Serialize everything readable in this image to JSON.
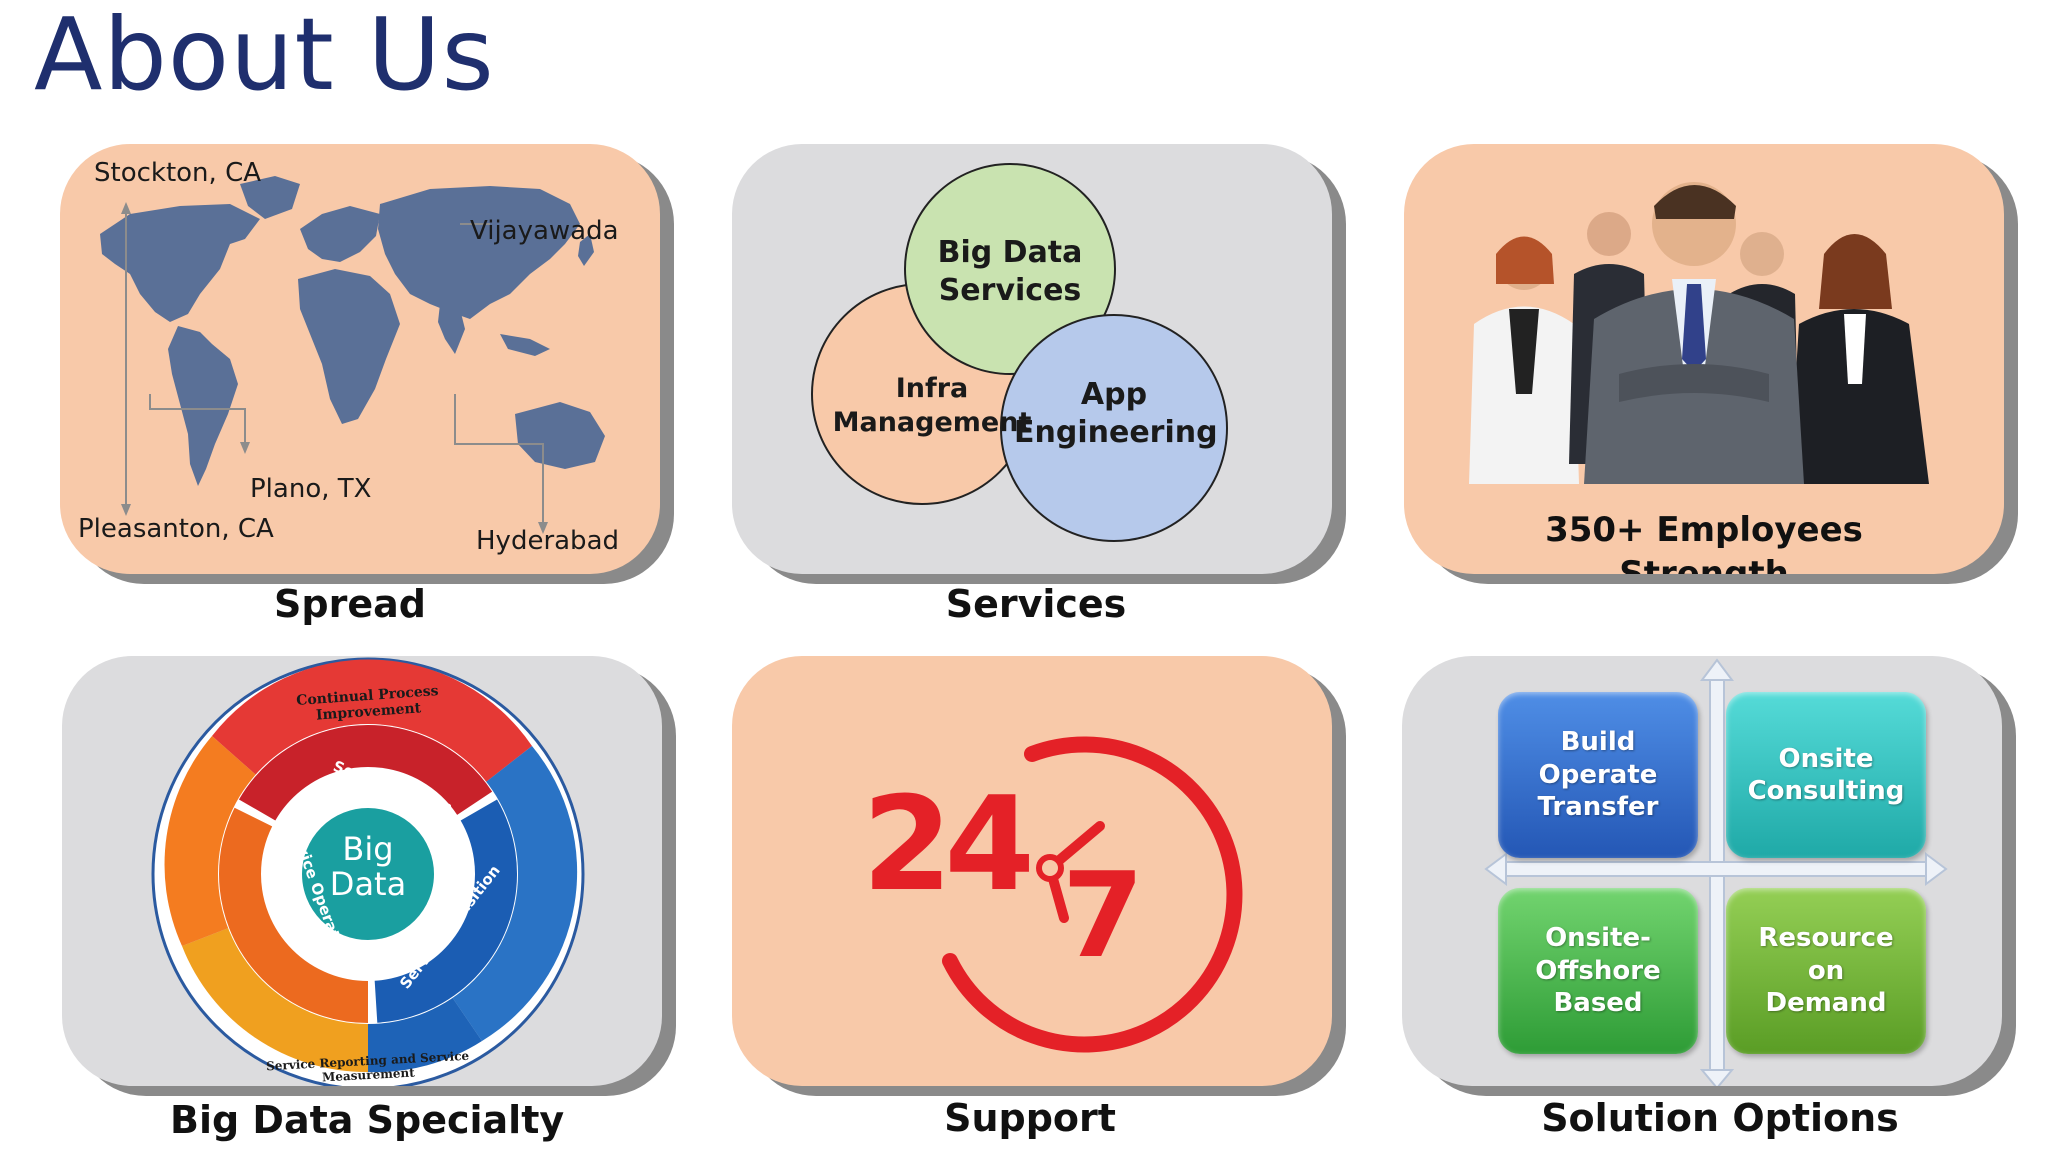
{
  "page": {
    "title": "About Us"
  },
  "colors": {
    "title": "#1f2f6e",
    "peach": "#f8c9a9",
    "grey": "#dcdcde",
    "accent_red": "#e42127"
  },
  "spread": {
    "caption": "Spread",
    "labels": {
      "stockton": "Stockton, CA",
      "vijayawada": "Vijayawada",
      "plano": "Plano, TX",
      "pleasanton": "Pleasanton, CA",
      "hyderabad": "Hyderabad"
    }
  },
  "services": {
    "caption": "Services",
    "circles": {
      "big_data_line1": "Big Data",
      "big_data_line2": "Services",
      "infra_line1": "Infra",
      "infra_line2": "Management",
      "app_line1": "App",
      "app_line2": "Engineering"
    }
  },
  "employees": {
    "line1": "350+ Employees",
    "line2": "Strength"
  },
  "bigdata": {
    "caption": "Big Data Specialty",
    "center_line1": "Big",
    "center_line2": "Data",
    "outer_top": "Continual Process Improvement",
    "outer_bottom": "Service Reporting and Service Measurement",
    "service_design": "Service Design",
    "service_transition": "Service Transition",
    "service_operation": "Service Operation"
  },
  "support": {
    "caption": "Support",
    "hours": "24",
    "days": "7"
  },
  "solutions": {
    "caption": "Solution Options",
    "tiles": [
      {
        "label": "Build Operate Transfer",
        "color": "#2f6fd0"
      },
      {
        "label": "Onsite Consulting",
        "color": "#2ec6c3"
      },
      {
        "label": "Onsite-Offshore Based",
        "color": "#45b84a"
      },
      {
        "label": "Resource on Demand",
        "color": "#6fb631"
      }
    ]
  }
}
